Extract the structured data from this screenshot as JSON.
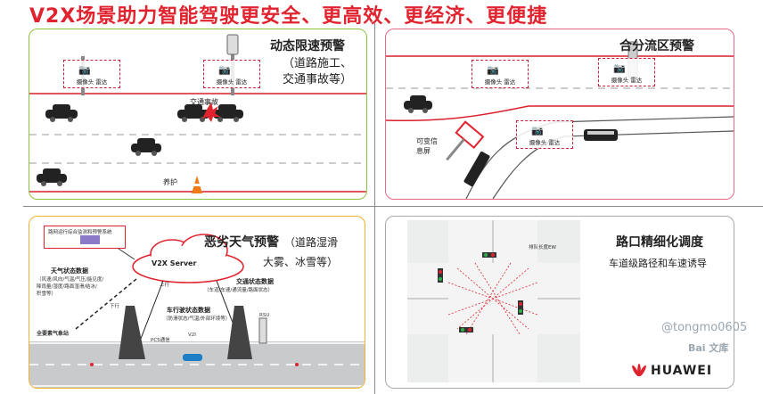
{
  "title": "V2X场景助力智能驾驶更安全、更高效、更经济、更便捷",
  "panel1": {
    "title": "动态限速预警",
    "subtitle_line1": "（道路施工、",
    "subtitle_line2": "交通事故等）",
    "camera_label": "摄像头 雷达",
    "accident_label": "交通事故",
    "maintenance_label": "养护"
  },
  "panel2": {
    "title": "合分流区预警",
    "camera_label": "摄像头 雷达",
    "vms_label_line1": "可变信",
    "vms_label_line2": "息屏"
  },
  "panel3": {
    "title": "恶劣天气预警",
    "subtitle_line1": "（道路湿滑",
    "subtitle_line2": "大雾、冰雪等）",
    "system_label": "路网运行综合监测和预警系统",
    "server_label": "V2X Server",
    "weather_data_title": "天气状态数据",
    "weather_data_detail1": "（风速/风向/气温/气压/能见度/",
    "weather_data_detail2": "降雨量/湿度/路面湿滑/结冰/",
    "weather_data_detail3": "积雪等）",
    "traffic_data_title": "交通状态数据",
    "traffic_data_detail": "（车道/车速/通流量/路面状态）",
    "vehicle_data_title": "车行驶状态数据",
    "vehicle_data_detail": "（防滑状态/气温/外部环境等）",
    "station_label": "全要素气象站",
    "pc5_label": "PC5通信",
    "rsu_label": "RSU",
    "v2i_label": "V2I",
    "uplink_label": "上行",
    "downlink_label": "下行"
  },
  "panel4": {
    "title": "路口精细化调度",
    "subtitle": "车道级路径和车速诱导",
    "lane_label": "排队长度EW"
  },
  "watermark": "@tongmo0605",
  "baidu": "Bai 文库",
  "brand": "HUAWEI"
}
